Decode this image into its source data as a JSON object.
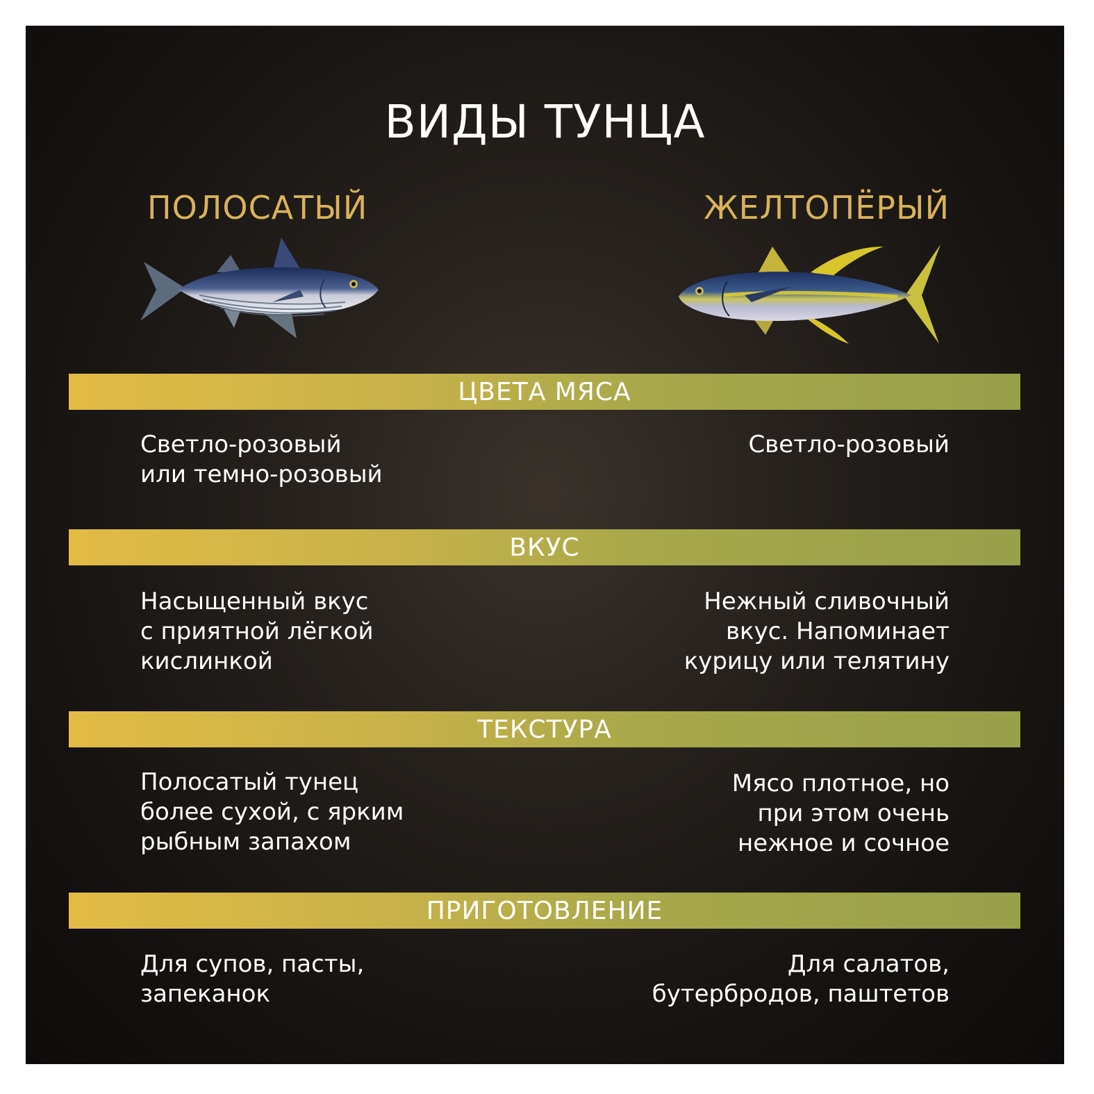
{
  "title": "ВИДЫ ТУНЦА",
  "species": {
    "left": {
      "name": "ПОЛОСАТЫЙ",
      "icon": "skipjack-tuna-icon"
    },
    "right": {
      "name": "ЖЕЛТОПЁРЫЙ",
      "icon": "yellowfin-tuna-icon"
    }
  },
  "sections": [
    {
      "heading": "ЦВЕТА МЯСА",
      "left": "Светло-розовый\nили темно-розовый",
      "right": "Светло-розовый"
    },
    {
      "heading": "ВКУС",
      "left": "Насыщенный вкус\nс приятной лёгкой\nкислинкой",
      "right": "Нежный сливочный\nвкус. Напоминает\nкурицу или телятину"
    },
    {
      "heading": "ТЕКСТУРА",
      "left": "Полосатый тунец\nболее сухой, с ярким\nрыбным запахом",
      "right": "Мясо плотное, но\nпри этом очень\nнежное и сочное"
    },
    {
      "heading": "ПРИГОТОВЛЕНИЕ",
      "left": "Для супов, пасты,\nзапеканок",
      "right": "Для салатов,\nбутербродов, паштетов"
    }
  ],
  "colors": {
    "background": "#161311",
    "accent": "#d9b25a",
    "band_start": "#e3bb45",
    "band_end": "#97a04a"
  }
}
